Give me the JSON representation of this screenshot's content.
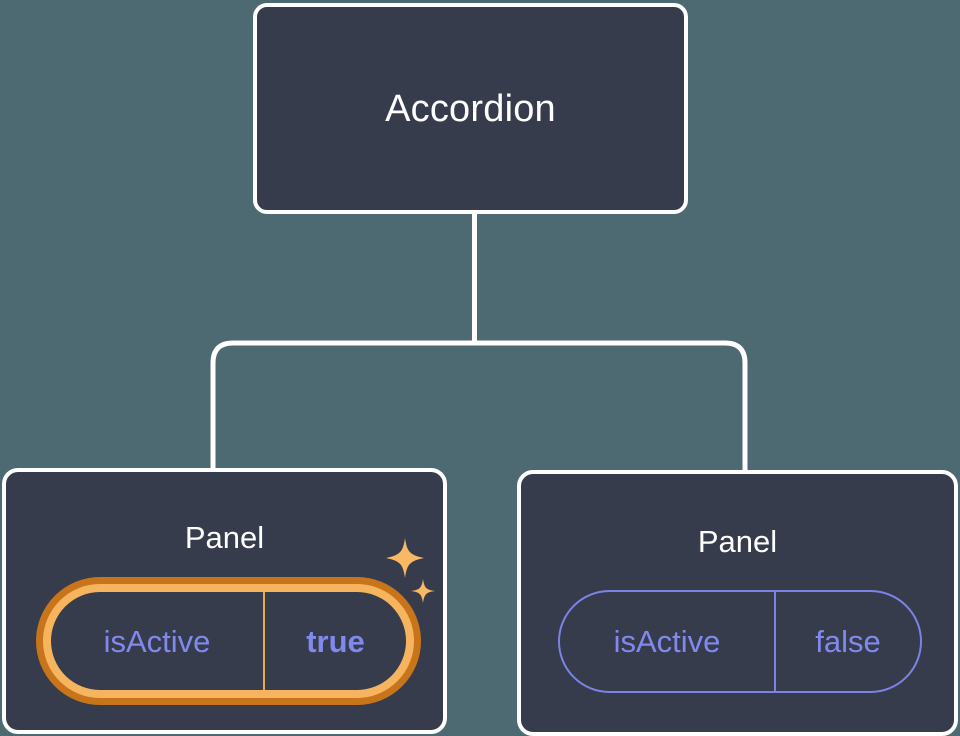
{
  "canvas": {
    "background_color": "#4d6a72",
    "node_fill_color": "#363c4c",
    "node_border_color": "#ffffff",
    "edge_color": "#ffffff",
    "highlight_outer_color": "#c8741a",
    "highlight_inner_color": "#f6b45f",
    "prop_text_color": "#8189ed",
    "prop_border_color": "#7b84e6",
    "sparkle_color": "#f8b864"
  },
  "tree": {
    "root": {
      "label": "Accordion"
    },
    "children": [
      {
        "label": "Panel",
        "highlighted": true,
        "prop": {
          "key": "isActive",
          "value": "true"
        }
      },
      {
        "label": "Panel",
        "highlighted": false,
        "prop": {
          "key": "isActive",
          "value": "false"
        }
      }
    ]
  },
  "icons": {
    "sparkle_large": "sparkle-icon",
    "sparkle_small": "sparkle-icon"
  }
}
